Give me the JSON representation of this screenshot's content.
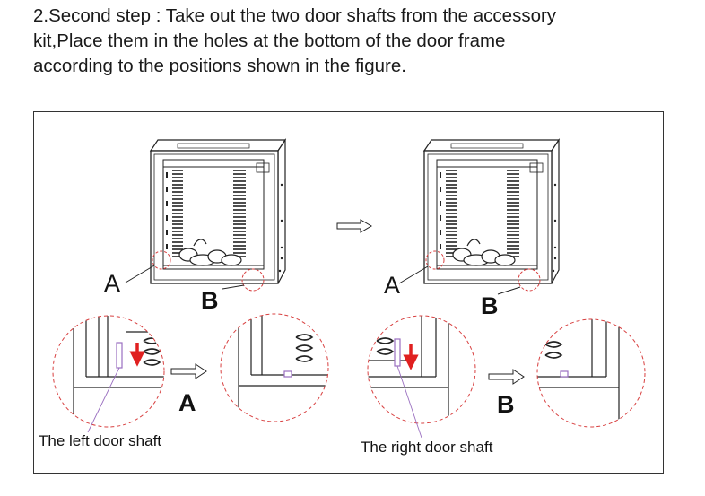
{
  "instruction": {
    "line1": "2.Second step : Take out the two door shafts from the accessory",
    "line2": "kit,Place them  in the holes at the bottom of the door frame",
    "line3": "according to the positions shown in the figure."
  },
  "figure": {
    "label_a_left": "A",
    "label_b_left": "B",
    "label_a_right": "A",
    "label_b_right": "B",
    "label_a_detail": "A",
    "label_b_detail": "B",
    "left_shaft_caption": "The left door shaft",
    "right_shaft_caption": "The right door shaft"
  },
  "colors": {
    "line": "#222222",
    "arrow_red": "#e02020",
    "dash_red": "#d84040",
    "shaft_purple": "#9a6fc0"
  }
}
